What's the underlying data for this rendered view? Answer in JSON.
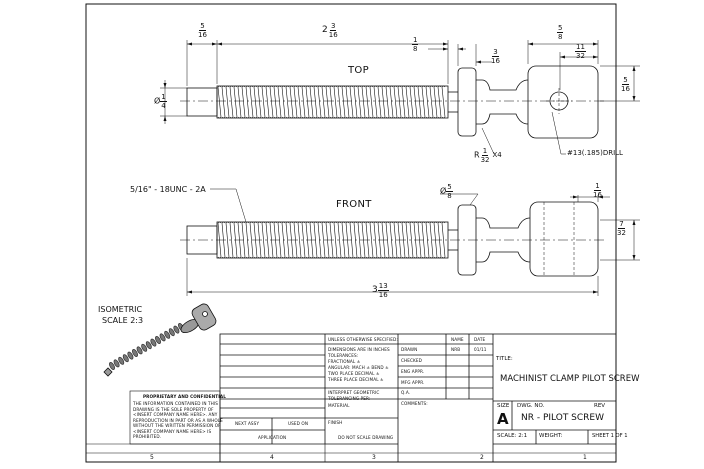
{
  "views": {
    "top": "TOP",
    "front": "FRONT",
    "isometric": "ISOMETRIC",
    "isometric_scale": "SCALE 2:3"
  },
  "dimensions": {
    "d_5_16_top": {
      "num": "5",
      "den": "16"
    },
    "d_2_3_16": {
      "whole": "2",
      "num": "3",
      "den": "16"
    },
    "d_1_8": {
      "num": "1",
      "den": "8"
    },
    "d_5_8_top": {
      "num": "5",
      "den": "8"
    },
    "d_3_16": {
      "num": "3",
      "den": "16"
    },
    "d_11_32": {
      "num": "11",
      "den": "32"
    },
    "d_5_16_right": {
      "num": "5",
      "den": "16"
    },
    "d_dia_1_4": {
      "prefix": "Ø",
      "num": "1",
      "den": "4"
    },
    "d_radius": {
      "prefix": "R",
      "num": "1",
      "den": "32",
      "suffix": "X4"
    },
    "drill_note": "#13(.185)DRILL",
    "thread_note": "5/16\" - 18UNC - 2A",
    "d_dia_5_8": {
      "prefix": "Ø",
      "num": "5",
      "den": "8"
    },
    "d_1_16": {
      "num": "1",
      "den": "16"
    },
    "d_7_32": {
      "num": "7",
      "den": "32"
    },
    "d_3_13_16": {
      "whole": "3",
      "num": "13",
      "den": "16"
    }
  },
  "title_block": {
    "unless_specified": "UNLESS OTHERWISE SPECIFIED:",
    "name_header": "NAME",
    "date_header": "DATE",
    "dims_note": "DIMENSIONS ARE IN INCHES",
    "tolerances": "TOLERANCES:",
    "fractional": "FRACTIONAL ±",
    "angular": "ANGULAR: MACH ±    BEND ±",
    "two_place": "TWO PLACE DECIMAL   ±",
    "three_place": "THREE PLACE DECIMAL  ±",
    "drawn_label": "DRAWN",
    "drawn_name": "NRB",
    "drawn_date": "01/11",
    "checked_label": "CHECKED",
    "eng_label": "ENG APPR.",
    "mfg_label": "MFG APPR.",
    "qa_label": "Q.A.",
    "comments_label": "COMMENTS:",
    "interpret": "INTERPRET GEOMETRIC",
    "tolerancing": "TOLERANCING PER:",
    "material_label": "MATERIAL",
    "finish_label": "FINISH",
    "next_assy": "NEXT ASSY",
    "used_on": "USED ON",
    "application": "APPLICATION",
    "do_not_scale": "DO NOT SCALE DRAWING",
    "title_label": "TITLE:",
    "title_value": "MACHINIST CLAMP PILOT SCREW",
    "size_label": "SIZE",
    "size_value": "A",
    "dwg_no_label": "DWG.  NO.",
    "dwg_no_value": "NR - PILOT SCREW",
    "rev_label": "REV",
    "scale": "SCALE: 2:1",
    "weight": "WEIGHT:",
    "sheet": "SHEET 1 OF 1",
    "proprietary_heading": "PROPRIETARY AND CONFIDENTIAL",
    "proprietary_lines": [
      "THE INFORMATION CONTAINED IN THIS",
      "DRAWING IS THE SOLE PROPERTY OF",
      "<INSERT COMPANY NAME HERE>.  ANY",
      "REPRODUCTION IN PART OR AS A WHOLE",
      "WITHOUT THE WRITTEN PERMISSION OF",
      "<INSERT COMPANY NAME HERE> IS",
      "PROHIBITED."
    ]
  },
  "zones": [
    "5",
    "4",
    "3",
    "2",
    "1"
  ]
}
